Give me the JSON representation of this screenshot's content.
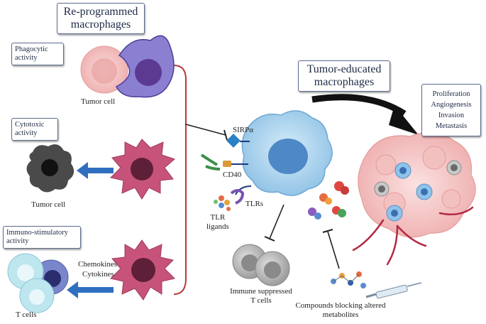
{
  "title_boxes": {
    "reprogrammed": [
      "Re-programmed",
      "macrophages"
    ],
    "tumor_educated": [
      "Tumor-educated",
      "macrophages"
    ]
  },
  "activity_boxes": {
    "phagocytic": [
      "Phagocytic",
      "activity"
    ],
    "cytotoxic": [
      "Cytotoxic",
      "activity"
    ],
    "immunostimulatory": [
      "Immuno-stimulatory",
      "activity"
    ]
  },
  "effects_box": [
    "Proliferation",
    "Angiogenesis",
    "Invasion",
    "Metastasis"
  ],
  "labels": {
    "tumor_cell_top": "Tumor cell",
    "tumor_cell_middle": "Tumor cell",
    "chemokines": "Chemokines",
    "cytokines": "Cytokines",
    "t_cells": "T cells",
    "sirpa": "SIRPα",
    "cd40": "CD40",
    "tlrs": "TLRs",
    "tlr_ligands": [
      "TLR",
      "ligands"
    ],
    "immune_suppressed": [
      "Immune suppressed",
      "T cells"
    ],
    "compounds": [
      "Compounds blocking altered",
      "metabolites"
    ]
  },
  "colors": {
    "macrophage_purple": "#6f5fb4",
    "macrophage_pink": "#c7537a",
    "tam_blue": "#a9d3ee",
    "tumor_pink": "#f6c9c9",
    "arrow_blue": "#2f6fc0",
    "bracket_red": "#b83a3a"
  }
}
